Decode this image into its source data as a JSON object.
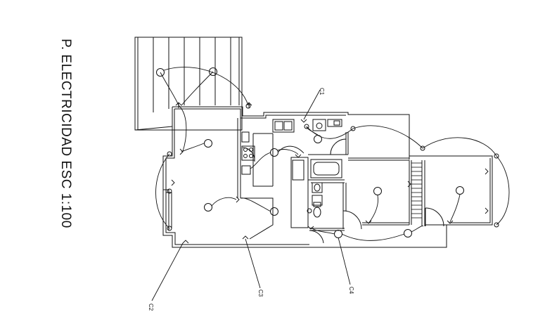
{
  "title": "P. ELECTRICIDAD ESC 1:100",
  "circuit_labels": {
    "c1": "C1",
    "c2": "C2",
    "c3": "C3",
    "c4": "C4"
  }
}
